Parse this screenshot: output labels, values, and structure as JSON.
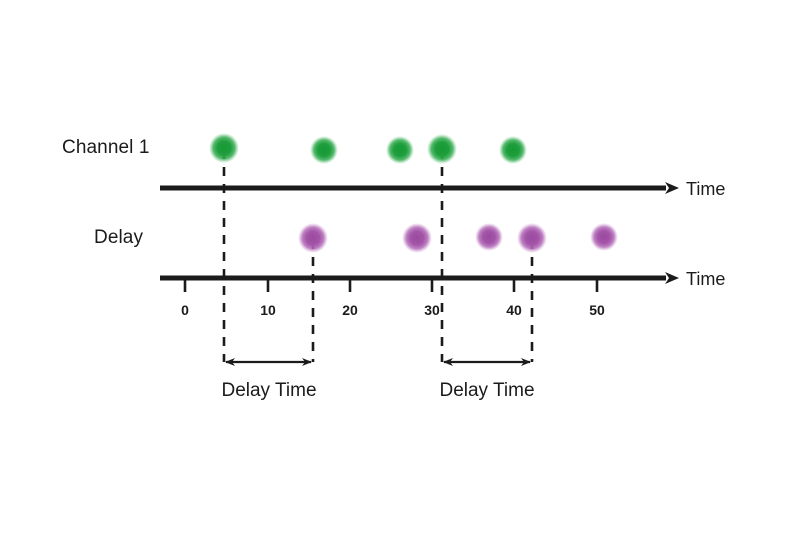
{
  "figure": {
    "background_color": "#ffffff",
    "ink_color": "#1b1b1b"
  },
  "chart_data": {
    "type": "scatter",
    "title": "",
    "xlabel": "Time",
    "ylabel": "",
    "xlim": [
      -3,
      58
    ],
    "grid": false,
    "legend_position": "none",
    "rows": [
      {
        "name": "Channel 1",
        "label": "Channel 1",
        "color": "#1f9e3d",
        "marker": "circle",
        "axis_label": "Time",
        "values": [
          4.7,
          17.0,
          26.2,
          31.3,
          40.0
        ]
      },
      {
        "name": "Delay",
        "label": "Delay",
        "color": "#a355a8",
        "marker": "circle",
        "axis_label": "Time",
        "values": [
          15.6,
          28.3,
          37.0,
          42.3,
          51.0
        ]
      }
    ],
    "xticks": [
      0,
      10,
      20,
      30,
      40,
      50
    ],
    "xticklabels": [
      "0",
      "10",
      "20",
      "30",
      "40",
      "50"
    ],
    "annotations": [
      {
        "label": "Delay Time",
        "from": 4.7,
        "to": 15.6
      },
      {
        "label": "Delay Time",
        "from": 31.3,
        "to": 42.3
      }
    ],
    "guide_lines": [
      4.7,
      15.6,
      31.3,
      42.3
    ]
  },
  "labels": {
    "channel1": "Channel 1",
    "delay": "Delay",
    "time_top": "Time",
    "time_bottom": "Time",
    "delay_time_left": "Delay Time",
    "delay_time_right": "Delay Time",
    "tick_0": "0",
    "tick_10": "10",
    "tick_20": "20",
    "tick_30": "30",
    "tick_40": "40",
    "tick_50": "50"
  }
}
